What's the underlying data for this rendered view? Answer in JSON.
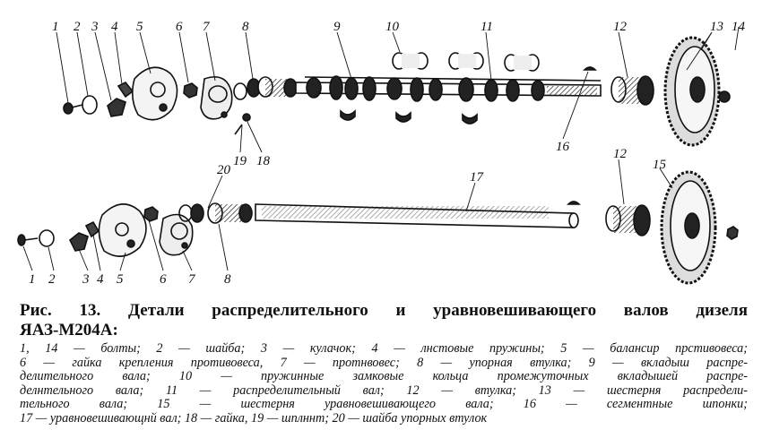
{
  "figure": {
    "callouts_top": [
      "1",
      "2",
      "3",
      "4",
      "5",
      "6",
      "7",
      "8",
      "9",
      "10",
      "11",
      "12",
      "13",
      "14",
      "16",
      "18",
      "19"
    ],
    "callouts_bottom": [
      "20",
      "17",
      "12",
      "15",
      "1",
      "2",
      "3",
      "4",
      "5",
      "6",
      "7",
      "8"
    ]
  },
  "caption": {
    "title_line1": "Рис. 13. Детали распределительного и уравновешивающего валов дизеля",
    "title_line2": "ЯАЗ-М204А:"
  },
  "legend": [
    "1, 14 — болты; 2 — шайба; 3 — кулачок; 4 — лнстовые пружины; 5 — балансир прстивовеса;",
    "6 — гайка крепления противовеса, 7 — протнвовес; 8 — упорная втулка; 9 — вкладыш распре-",
    "делительного вала; 10 — пружинные замковые кольца промежуточных вкладышей распре-",
    "делнтельного вала; 11 — распределительный вал; 12 — втулка; 13 — шестерня распредели-",
    "тельного вала; 15 — шестерня уравновешивающего вала; 16 — сегментные шпонки;",
    "17 — уравновешивающнй вал; 18 — гайка, 19 — шплннт; 20 — шайба упорных втулок"
  ]
}
